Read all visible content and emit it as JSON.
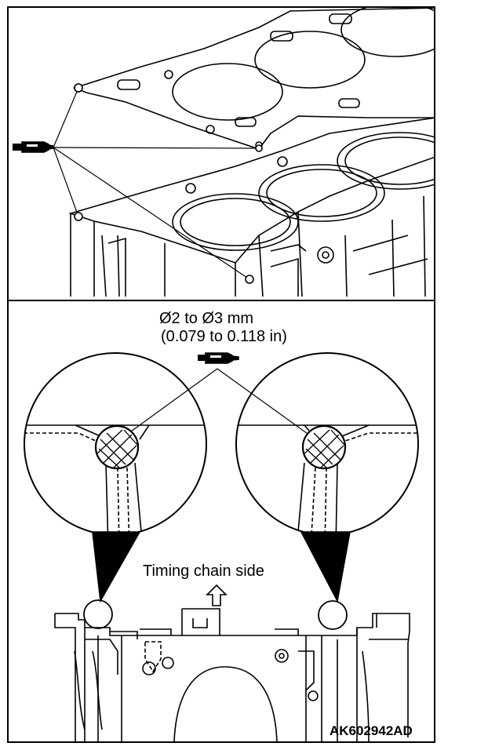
{
  "bead_size": {
    "line1": "Ø2 to Ø3 mm",
    "line2": "(0.079 to 0.118 in)"
  },
  "direction_label": "Timing chain side",
  "figure_code": "AK602942AD",
  "icons": [
    "sealant-tube-icon",
    "up-arrow-icon"
  ]
}
